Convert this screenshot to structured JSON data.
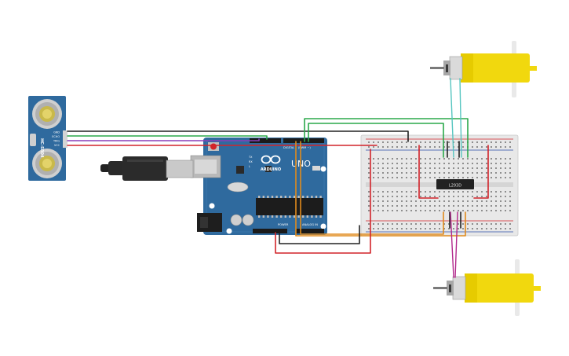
{
  "sensor": {
    "model": "HC-SR04",
    "pins": [
      "GND",
      "ECHO",
      "TRIG",
      "VCC"
    ]
  },
  "arduino": {
    "brand": "ARDUINO",
    "model": "UNO",
    "labels": {
      "digital": "DIGITAL",
      "pwm": "(PWM ~)",
      "power": "POWER",
      "analog_in": "ANALOG IN",
      "tx": "TX",
      "rx": "RX",
      "l": "L"
    }
  },
  "driver": {
    "label": "L293D"
  },
  "colors": {
    "board": "#2f6a9e",
    "wire_red": "#d2242a",
    "wire_black": "#222222",
    "wire_green": "#2aa84a",
    "wire_orange": "#e08a1c",
    "wire_purple": "#8a3db8",
    "wire_cyan": "#56c5c0",
    "wire_magenta": "#b2288c",
    "motor_yellow": "#f1d80e"
  }
}
